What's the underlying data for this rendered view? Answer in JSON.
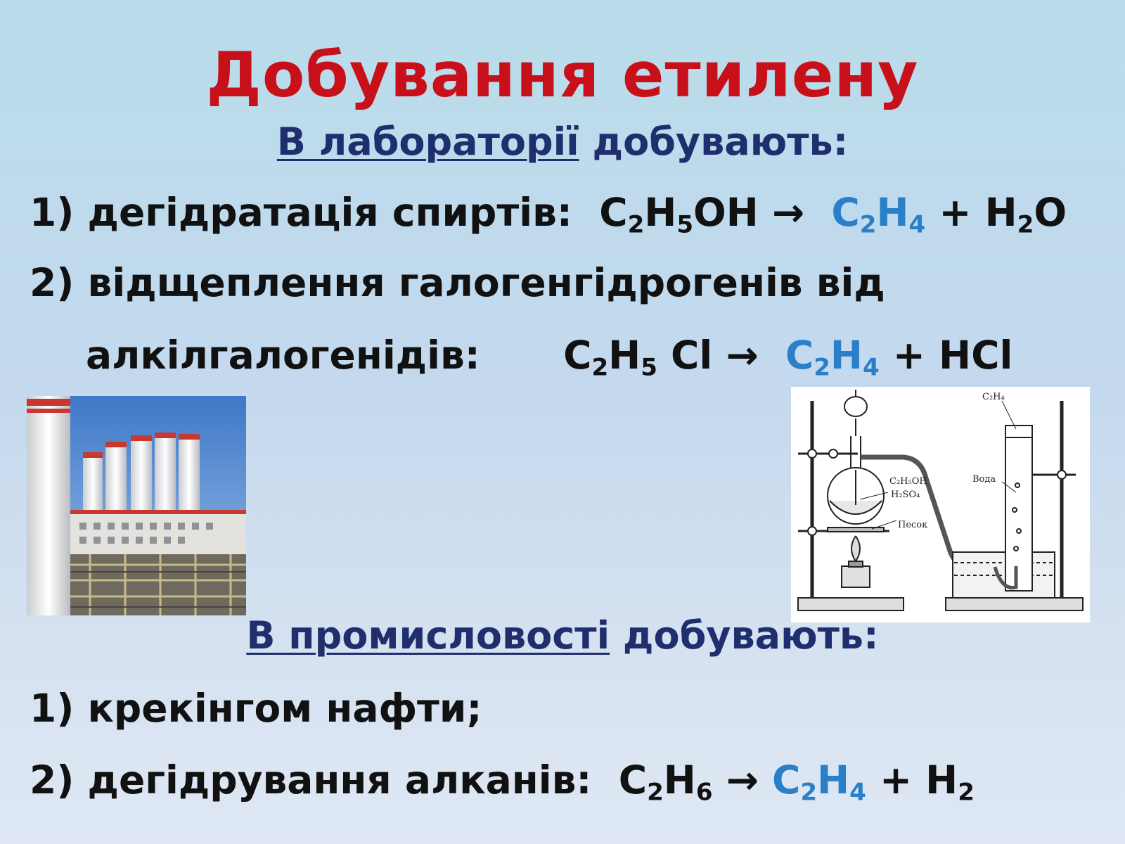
{
  "title": "Добування етилену",
  "lab": {
    "heading_underlined": "В лабораторії",
    "heading_rest": "добувають:",
    "item1": {
      "label": "1) дегідратація спиртів:",
      "r1": "C",
      "r1s": "2",
      "r2": "H",
      "r2s": "5",
      "r3": "OH",
      "arrow": "→",
      "p1": "C",
      "p1s": "2",
      "p2": "H",
      "p2s": "4",
      "plus": "+ H",
      "p3s": "2",
      "p4": "O"
    },
    "item2": {
      "label_line1": "2) відщеплення галогенгідрогенів від",
      "label_line2": "алкілгалогенідів:",
      "r1": "C",
      "r1s": "2",
      "r2": "H",
      "r2s": "5",
      "r3": " Cl",
      "arrow": "→",
      "p1": "C",
      "p1s": "2",
      "p2": "H",
      "p2s": "4",
      "plus": "+ HCl"
    }
  },
  "apparatus_labels": {
    "gas": "C₂H₄",
    "reagent1": "C₂H₅OH",
    "reagent2": "H₂SO₄",
    "sand": "Песок",
    "water": "Вода"
  },
  "industry": {
    "heading_underlined": "В промисловості",
    "heading_rest": "добувають:",
    "item1": "1) крекінгом нафти;",
    "item2": {
      "label": "2) дегідрування алканів:",
      "r1": "C",
      "r1s": "2",
      "r2": "H",
      "r2s": "6",
      "arrow": "→",
      "p1": "C",
      "p1s": "2",
      "p2": "H",
      "p2s": "4",
      "plus": "+ H",
      "p3s": "2"
    }
  },
  "colors": {
    "title": "#c8101a",
    "heading": "#1f2f6e",
    "product": "#2a7fc8"
  }
}
